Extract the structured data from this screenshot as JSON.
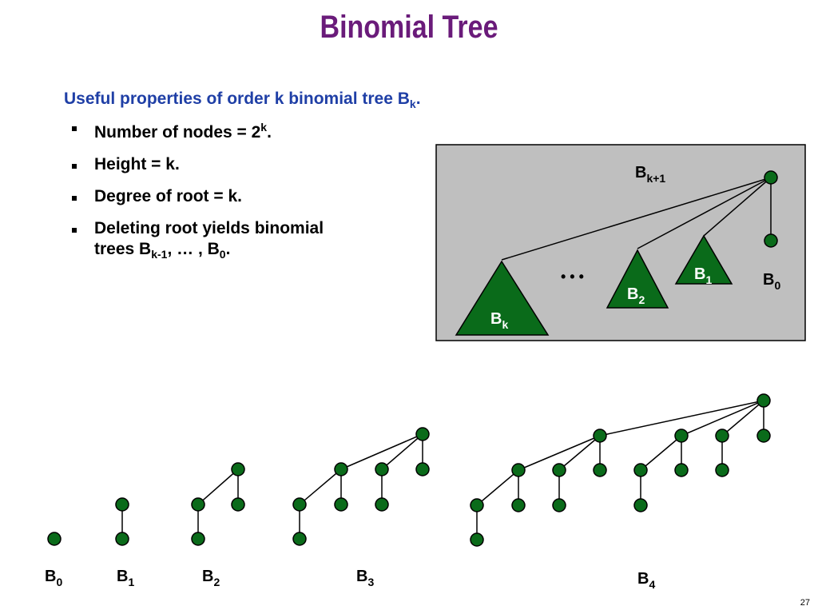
{
  "slide": {
    "title": "Binomial Tree",
    "intro": {
      "text": "Useful properties of order k binomial tree B",
      "sub": "k",
      "end": "."
    },
    "bullets": [
      {
        "pre": "Number of nodes = 2",
        "sup": "k",
        "post": "."
      },
      {
        "text": "Height = k."
      },
      {
        "text": "Degree of root = k."
      },
      {
        "line1": "Deleting root yields binomial",
        "pre": "trees B",
        "sub1": "k-1",
        "mid": ", … , B",
        "sub2": "0",
        "post": "."
      }
    ],
    "page_number": "27"
  },
  "colors": {
    "title": "#6a1b7a",
    "intro": "#1f3fa6",
    "node_fill": "#0a6b1a",
    "panel_bg": "#bfbfbf"
  },
  "diagram_panel": {
    "labels": {
      "bk1": {
        "base": "B",
        "sub": "k+1"
      },
      "b0": {
        "base": "B",
        "sub": "0"
      },
      "b1": {
        "base": "B",
        "sub": "1"
      },
      "b2": {
        "base": "B",
        "sub": "2"
      },
      "bk": {
        "base": "B",
        "sub": "k"
      },
      "ellipsis": "• • •"
    }
  },
  "trees": [
    {
      "base": "B",
      "sub": "0"
    },
    {
      "base": "B",
      "sub": "1"
    },
    {
      "base": "B",
      "sub": "2"
    },
    {
      "base": "B",
      "sub": "3"
    },
    {
      "base": "B",
      "sub": "4"
    }
  ]
}
